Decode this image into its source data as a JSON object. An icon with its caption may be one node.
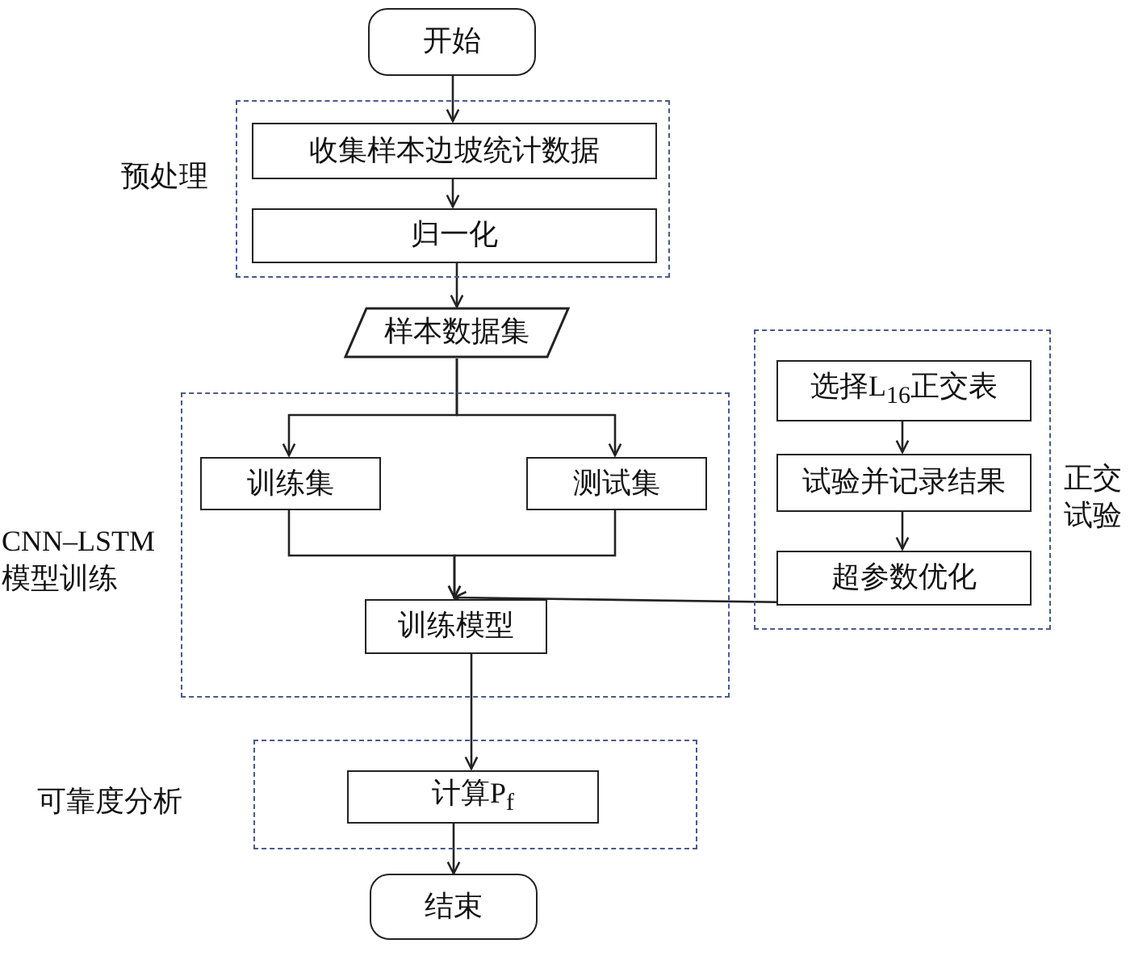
{
  "diagram": {
    "nodes": [
      {
        "text": [
          "开始"
        ]
      },
      {
        "text": [
          "预处理"
        ]
      },
      {
        "text": [
          "收集样本边坡统计数据"
        ],
        "in": 1
      },
      {
        "text": [
          "归一化"
        ],
        "in": 1
      },
      {
        "text": [
          "样本数据集"
        ]
      },
      {
        "text": [
          "CNN–LSTM 模型训练"
        ]
      },
      {
        "text": [
          "训练集"
        ],
        "in": 5
      },
      {
        "text": [
          "测试集"
        ],
        "in": 5
      },
      {
        "text": [
          "训练模型"
        ],
        "in": 5
      },
      {
        "text": [
          "正交试验"
        ]
      },
      {
        "text": [
          "选择L$_{16}$正交表"
        ],
        "in": 9
      },
      {
        "text": [
          "试验并记录结果"
        ],
        "in": 9
      },
      {
        "text": [
          "超参数优化"
        ],
        "in": 9
      },
      {
        "text": [
          "可靠度分析"
        ]
      },
      {
        "text": [
          "计算P$_{f}$"
        ],
        "in": 13
      },
      {
        "text": [
          "结束"
        ]
      }
    ],
    "edges": [
      {
        "from": 0,
        "to": 2,
        "arrow": "to"
      },
      {
        "from": 2,
        "to": 3,
        "arrow": "to"
      },
      {
        "from": 3,
        "to": 4,
        "arrow": "to"
      },
      {
        "from": 4,
        "to": 6,
        "arrow": "to"
      },
      {
        "from": 4,
        "to": 7,
        "arrow": "to"
      },
      {
        "from": 6,
        "to": 8,
        "arrow": "to"
      },
      {
        "from": 7,
        "to": 8,
        "arrow": "to"
      },
      {
        "from": 12,
        "to": 8,
        "arrow": "to"
      },
      {
        "from": 10,
        "to": 11,
        "arrow": "to"
      },
      {
        "from": 11,
        "to": 12,
        "arrow": "to"
      },
      {
        "from": 8,
        "to": 14,
        "arrow": "to"
      },
      {
        "from": 14,
        "to": 15,
        "arrow": "to"
      }
    ]
  }
}
